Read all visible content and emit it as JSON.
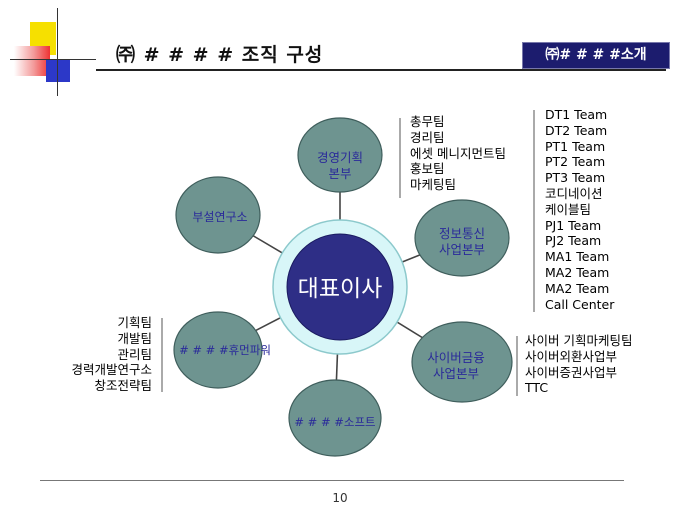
{
  "header": {
    "title": "㈜ # # # # 조직 구성",
    "badge": "㈜# # # #소개"
  },
  "center": {
    "label": "대표이사"
  },
  "nodes": {
    "planning": {
      "line1": "경영기획",
      "line2": "본부"
    },
    "infocomm": {
      "line1": "정보통신",
      "line2": "사업본부"
    },
    "cyberfin": {
      "line1": "사이버금융",
      "line2": "사업본부"
    },
    "soft": {
      "label": "# # # #소프트"
    },
    "humen": {
      "label": "# # # #휴먼파워"
    },
    "lab": {
      "label": "부설연구소"
    }
  },
  "lists": {
    "planning": [
      "총무팀",
      "경리팀",
      "에셋 메니지먼트팀",
      "홍보팀",
      "마케팅팀"
    ],
    "infocomm": [
      "DT1 Team",
      "DT2 Team",
      "PT1 Team",
      "PT2 Team",
      "PT3 Team",
      "코디네이션",
      "케이블팀",
      "PJ1 Team",
      "PJ2 Team",
      "MA1 Team",
      "MA2 Team",
      "MA2 Team",
      "Call Center"
    ],
    "cyberfin": [
      "사이버 기획마케팅팀",
      "사이버외환사업부",
      "사이버증권사업부",
      "TTC"
    ],
    "humen": [
      "기획팀",
      "개발팀",
      "관리팀",
      "경력개발연구소",
      "창조전략팀"
    ]
  },
  "footer": {
    "page_number": "10"
  },
  "colors": {
    "node_fill": "#6e9490",
    "node_text": "#2a2a9a",
    "center_fill": "#2e2e86",
    "ring_fill": "#d8f6f8",
    "badge_bg": "#1c1c6e"
  }
}
